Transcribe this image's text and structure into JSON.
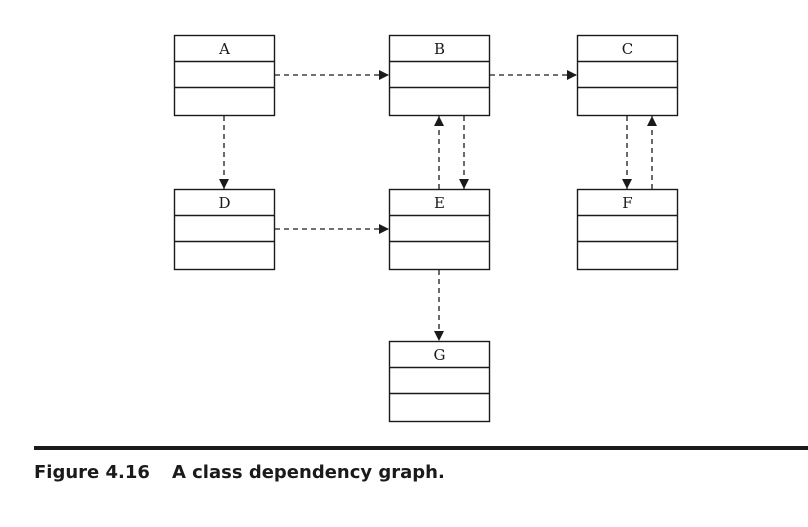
{
  "classes": [
    {
      "id": "A",
      "name": "A"
    },
    {
      "id": "B",
      "name": "B"
    },
    {
      "id": "C",
      "name": "C"
    },
    {
      "id": "D",
      "name": "D"
    },
    {
      "id": "E",
      "name": "E"
    },
    {
      "id": "F",
      "name": "F"
    },
    {
      "id": "G",
      "name": "G"
    }
  ],
  "dependencies": [
    {
      "from": "A",
      "to": "B"
    },
    {
      "from": "B",
      "to": "C"
    },
    {
      "from": "A",
      "to": "D"
    },
    {
      "from": "D",
      "to": "E"
    },
    {
      "from": "E",
      "to": "B"
    },
    {
      "from": "B",
      "to": "E"
    },
    {
      "from": "C",
      "to": "F"
    },
    {
      "from": "F",
      "to": "C"
    },
    {
      "from": "E",
      "to": "G"
    }
  ],
  "caption": {
    "label": "Figure 4.16",
    "title": "A class dependency graph."
  }
}
